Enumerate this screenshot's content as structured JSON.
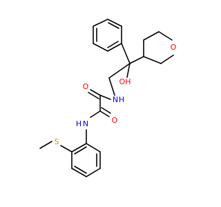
{
  "molecule": {
    "atoms": {
      "o_ring": "O",
      "o_carbonyl_top": "O",
      "o_carbonyl_bottom": "O",
      "n_upper": "N",
      "h_upper": "H",
      "n_lower": "N",
      "h_lower": "H",
      "hydroxyl": "OH",
      "sulfur": "S"
    }
  },
  "colors": {
    "oxygen": "#ff0000",
    "nitrogen": "#0000ff",
    "sulfur": "#b8a000",
    "bond": "#000000"
  }
}
